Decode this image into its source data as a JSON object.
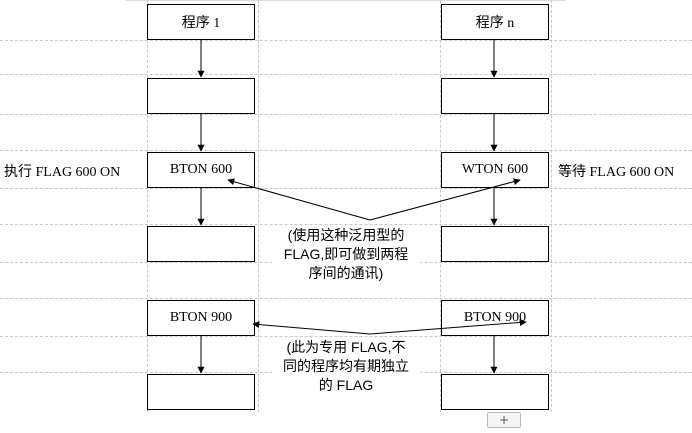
{
  "left_column": {
    "boxes": [
      "程序 1",
      "",
      "BTON 600",
      "",
      "BTON 900",
      ""
    ]
  },
  "right_column": {
    "boxes": [
      "程序 n",
      "",
      "WTON 600",
      "",
      "BTON 900",
      ""
    ]
  },
  "side_labels": {
    "left": "执行 FLAG 600 ON",
    "right": "等待 FLAG 600 ON"
  },
  "notes": {
    "upper": [
      "(使用这种泛用型的",
      "FLAG,即可做到两程",
      "序间的通讯)"
    ],
    "lower": [
      "(此为专用 FLAG,不",
      "同的程序均有期独立",
      "的 FLAG"
    ]
  },
  "handle": {
    "label": "+",
    "icon": "plus-icon"
  }
}
